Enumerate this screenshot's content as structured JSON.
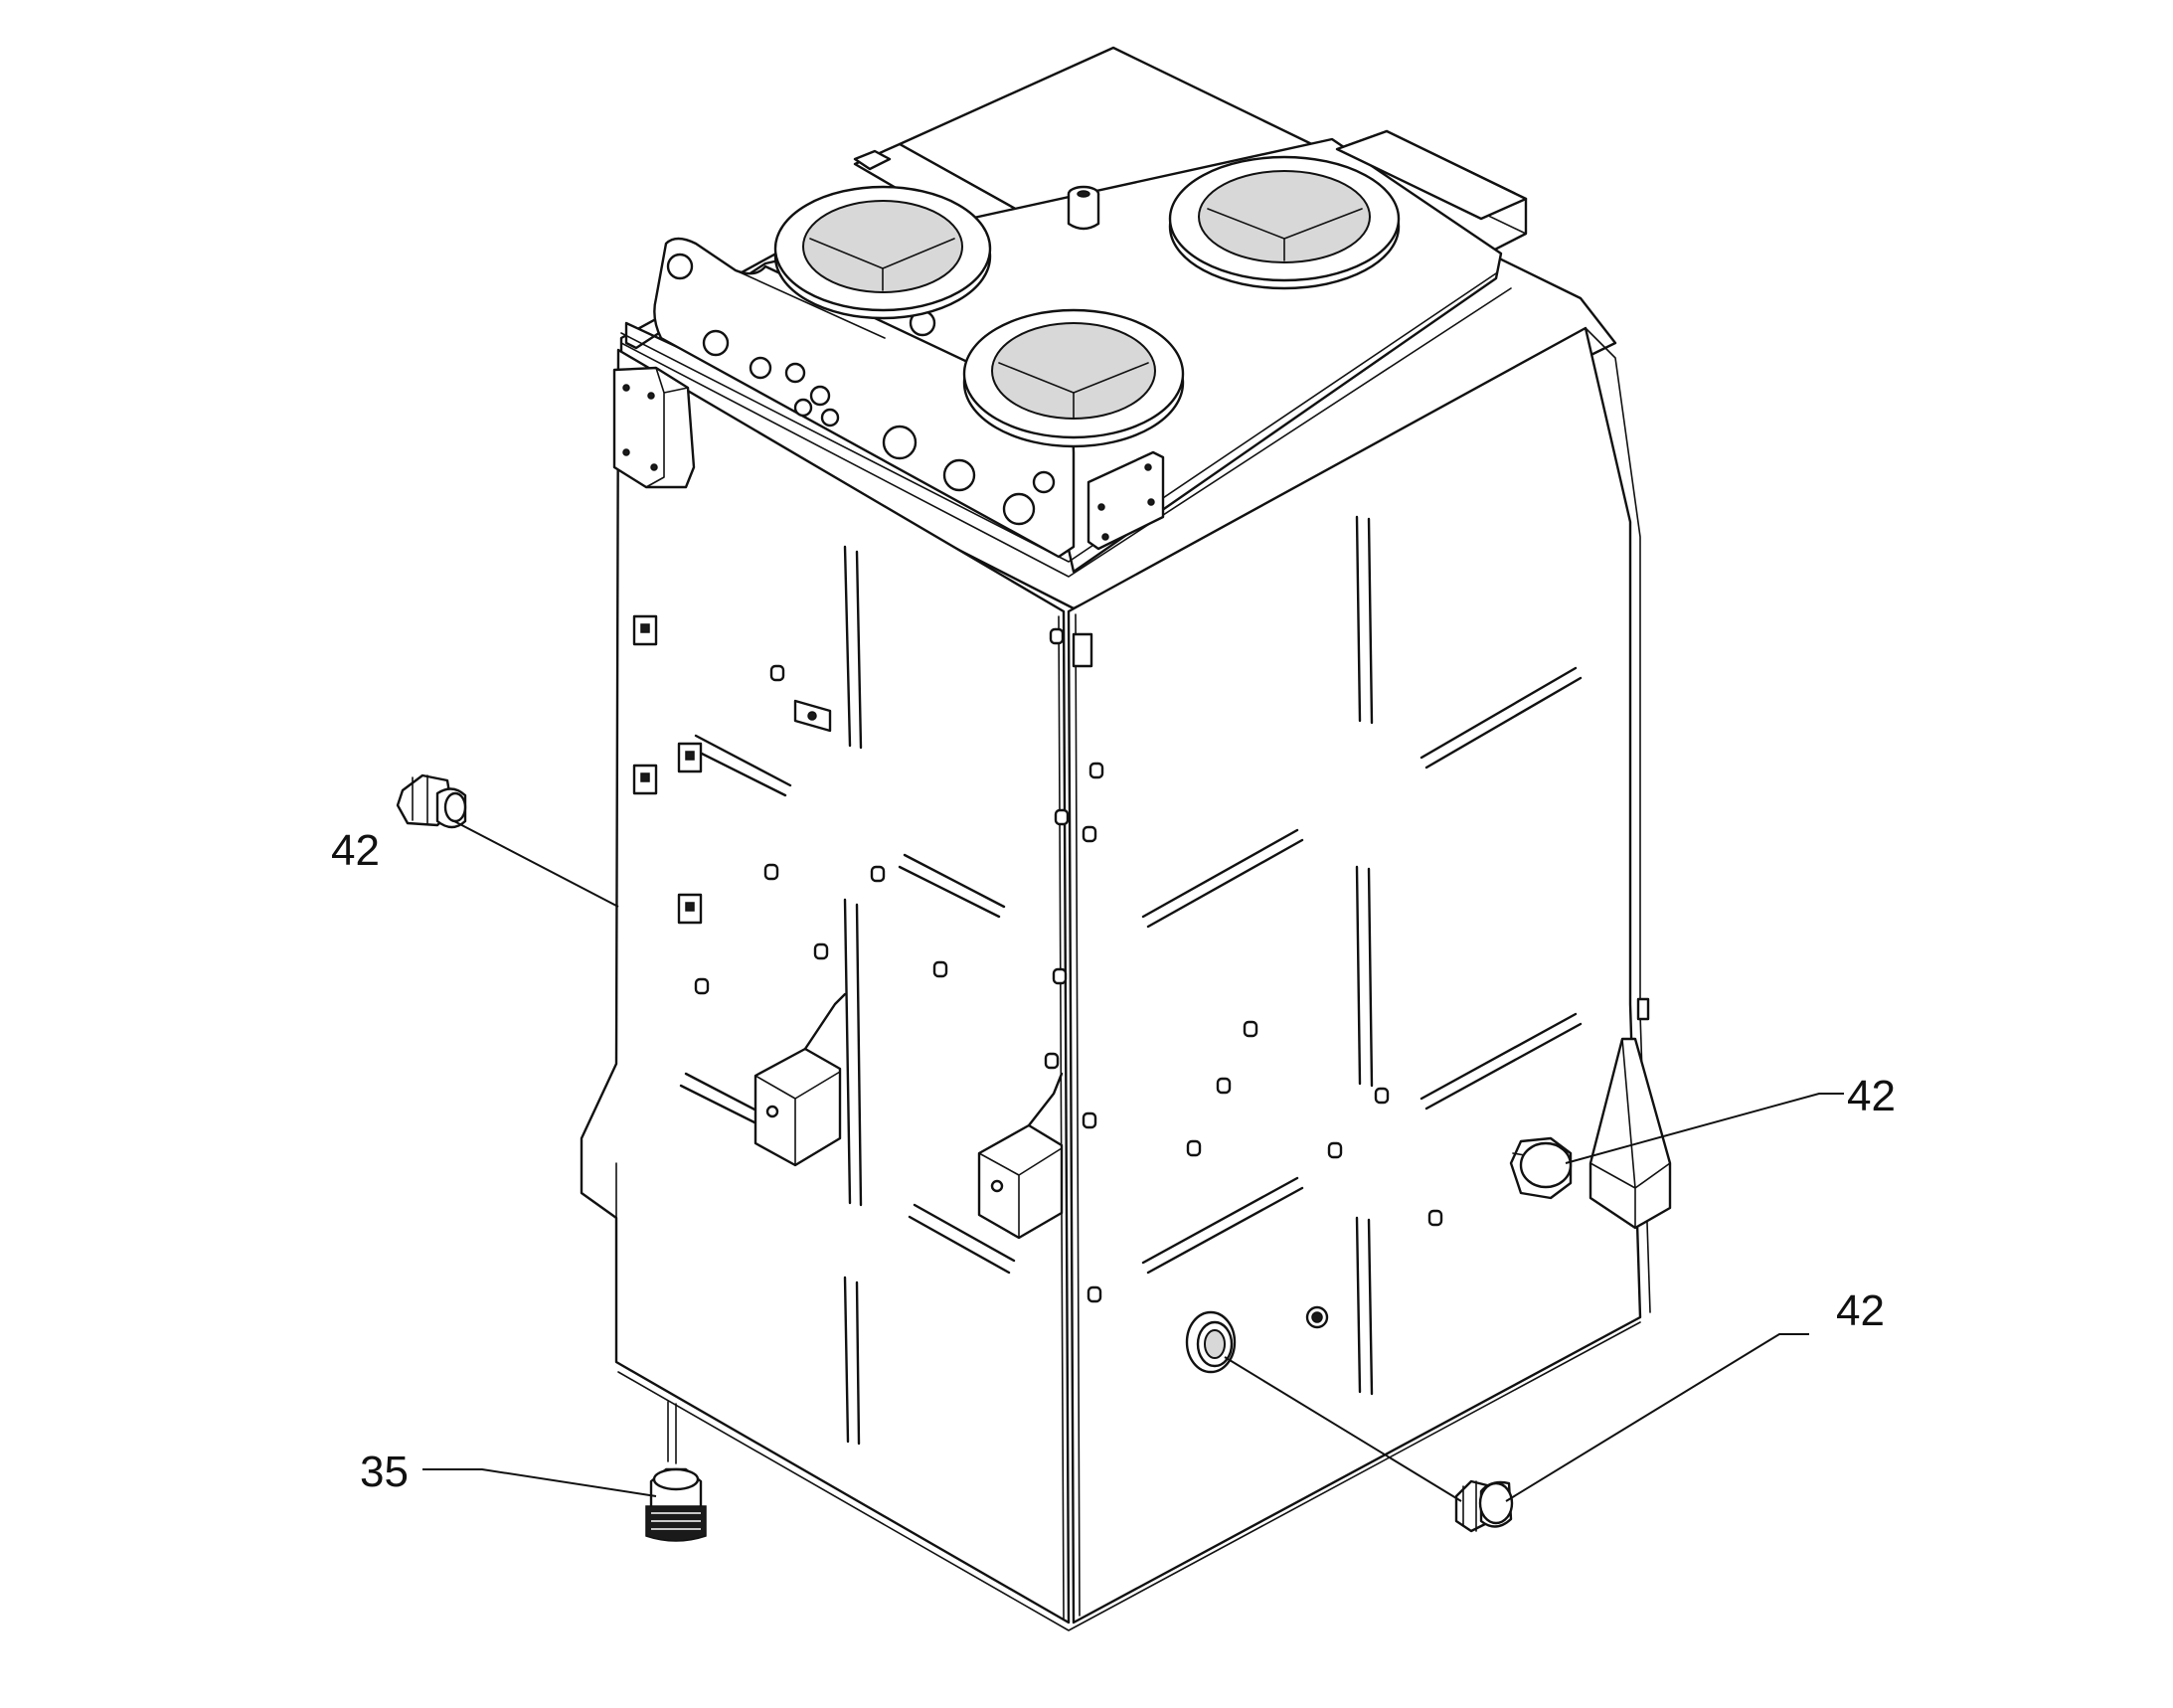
{
  "callouts": [
    {
      "id": "callout-42-left",
      "label": "42"
    },
    {
      "id": "callout-42-right-upper",
      "label": "42"
    },
    {
      "id": "callout-42-right-lower",
      "label": "42"
    },
    {
      "id": "callout-35",
      "label": "35"
    }
  ],
  "colors": {
    "line": "#111111",
    "background": "#ffffff"
  }
}
